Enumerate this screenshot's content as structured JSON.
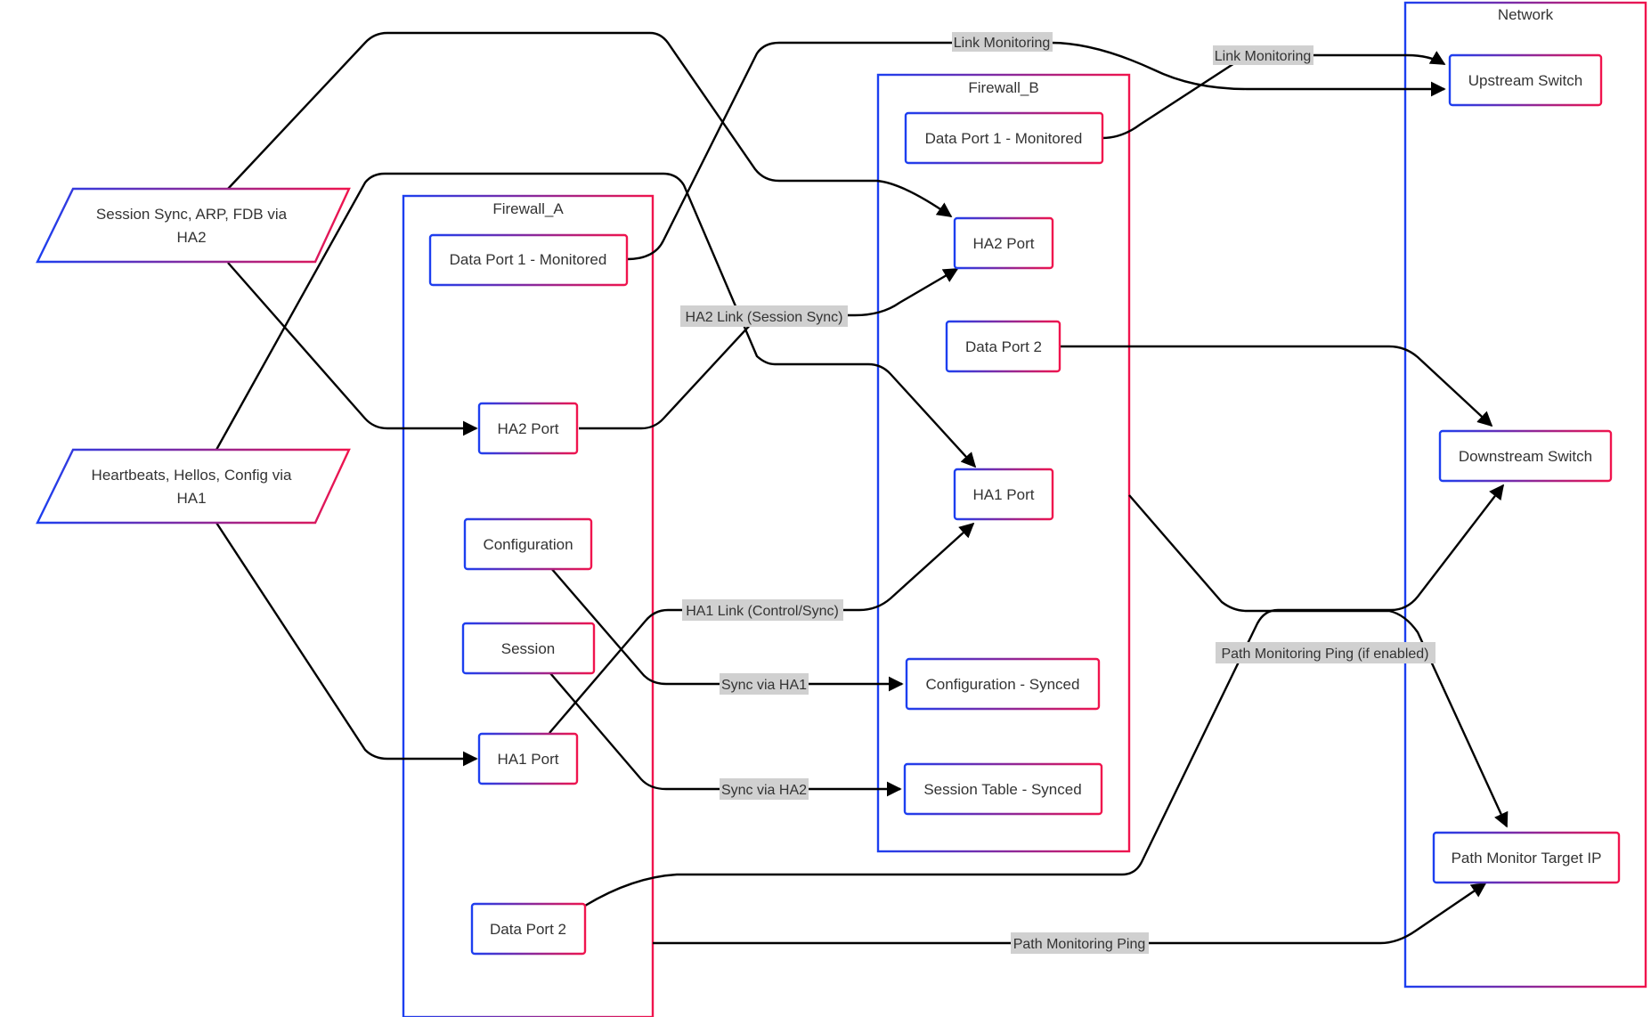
{
  "colors": {
    "gradient_start": "#1c3ff0",
    "gradient_end": "#f0144d",
    "edge": "#000000",
    "label_bg": "#d0d0d0",
    "text": "#333333"
  },
  "clusters": {
    "firewall_a": "Firewall_A",
    "firewall_b": "Firewall_B",
    "network": "Network"
  },
  "nodes": {
    "sess_msg_line1": "Session Sync, ARP, FDB via",
    "sess_msg_line2": "HA2",
    "hb_msg_line1": "Heartbeats, Hellos, Config via",
    "hb_msg_line2": "HA1",
    "a_data1": "Data Port 1 - Monitored",
    "a_ha2": "HA2 Port",
    "a_config": "Configuration",
    "a_session": "Session",
    "a_ha1": "HA1 Port",
    "a_data2": "Data Port 2",
    "b_data1": "Data Port 1 - Monitored",
    "b_ha2": "HA2 Port",
    "b_data2": "Data Port 2",
    "b_ha1": "HA1 Port",
    "b_config": "Configuration - Synced",
    "b_session": "Session Table - Synced",
    "n_upstream": "Upstream Switch",
    "n_downstream": "Downstream Switch",
    "n_pathmon": "Path Monitor Target IP"
  },
  "edge_labels": {
    "link_mon_a": "Link Monitoring",
    "link_mon_b": "Link Monitoring",
    "ha2_link": "HA2 Link (Session Sync)",
    "ha1_link": "HA1 Link (Control/Sync)",
    "sync_ha1": "Sync via HA1",
    "sync_ha2": "Sync via HA2",
    "path_ping_b": "Path Monitoring Ping (if enabled)",
    "path_ping_a": "Path Monitoring Ping"
  }
}
